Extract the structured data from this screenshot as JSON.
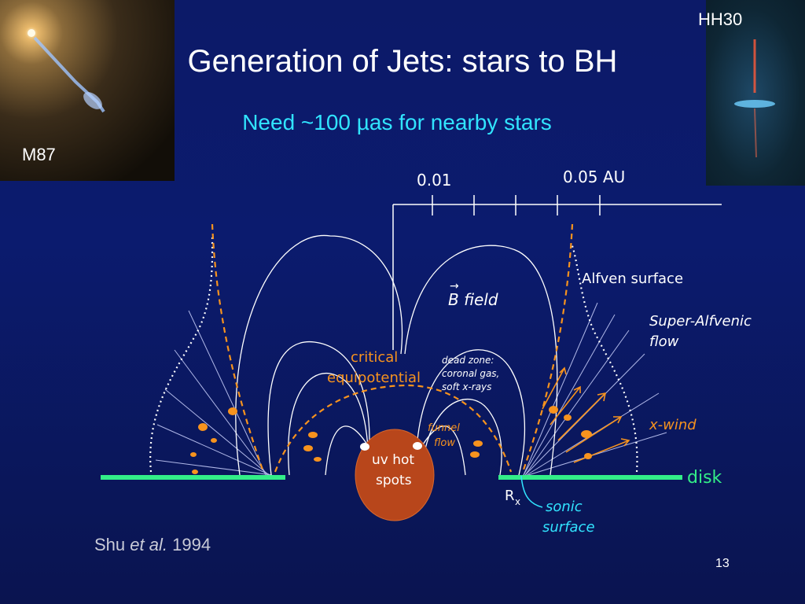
{
  "slide": {
    "title": "Generation of Jets: stars to BH",
    "subtitle": "Need ~100 µas for nearby stars",
    "image_left_label": "M87",
    "image_right_label": "HH30",
    "citation_author": "Shu",
    "citation_etal": "et al.",
    "citation_year": "1994",
    "page_number": "13"
  },
  "diagram": {
    "scale_left": "0.01",
    "scale_right": "0.05 AU",
    "alfven_surface": "Alfven surface",
    "b_field": "B field",
    "b_field_arrow": "→",
    "super_alfvenic_1": "Super-Alfvenic",
    "super_alfvenic_2": "flow",
    "critical_1": "critical",
    "critical_2": "equipotential",
    "dead_zone_1": "dead zone:",
    "dead_zone_2": "coronal gas,",
    "dead_zone_3": "soft x-rays",
    "funnel_1": "funnel",
    "funnel_2": "flow",
    "uv_1": "uv hot",
    "uv_2": "spots",
    "x_wind": "x-wind",
    "disk": "disk",
    "rx": "R",
    "rx_sub": "x",
    "sonic_1": "sonic",
    "sonic_2": "surface"
  },
  "colors": {
    "orange": "#f7931e",
    "disk_green": "#33ee88",
    "star": "#b8461b",
    "cyan": "#31e4ff"
  }
}
